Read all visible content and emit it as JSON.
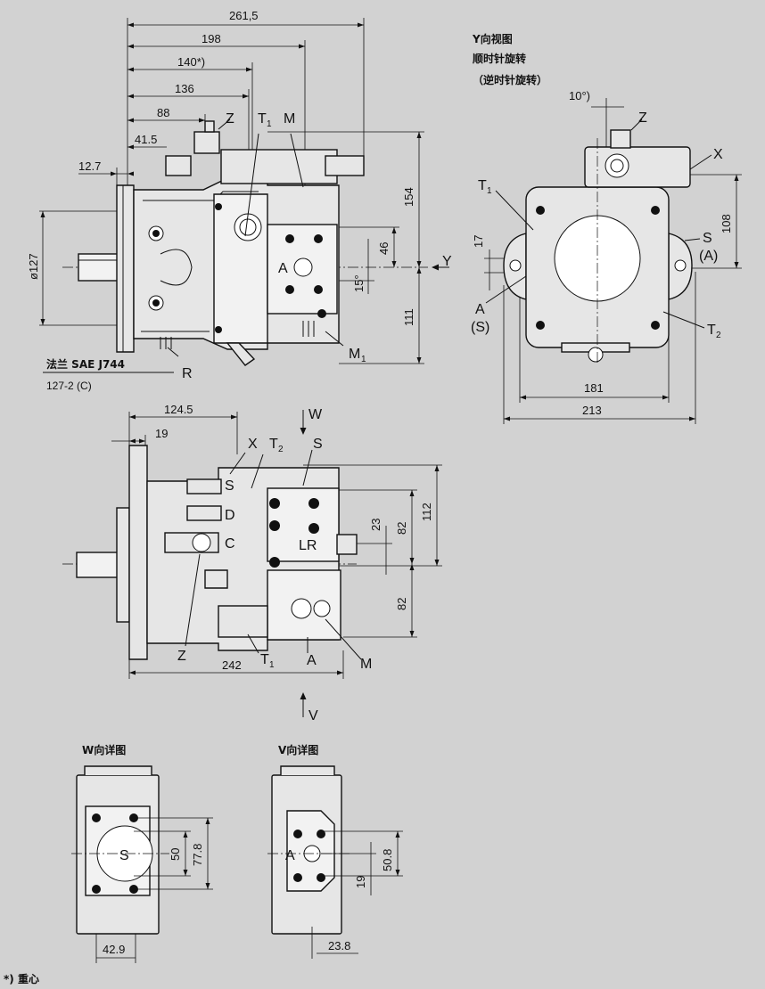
{
  "front_view": {
    "dims": {
      "d261_5": "261,5",
      "d198": "198",
      "d140": "140*)",
      "d136": "136",
      "d88": "88",
      "d41_5": "41.5",
      "d12_7": "12.7",
      "d127": "ø127",
      "d154": "154",
      "d111": "111",
      "d46": "46",
      "d15": "15°"
    },
    "labels": {
      "Z": "Z",
      "T1": "T",
      "T1_sub": "1",
      "M": "M",
      "A": "A",
      "Y": "Y",
      "R": "R",
      "M1": "M",
      "M1_sub": "1"
    },
    "flange_label": "法兰  SAE J744",
    "flange_spec": "127-2 (C)"
  },
  "y_view": {
    "title": "Y向视图",
    "line2": "顺时针旋转",
    "line3": "（逆时针旋转）",
    "dims": {
      "d10": "10°)",
      "d17": "17",
      "d108": "108",
      "d181": "181",
      "d213": "213"
    },
    "labels": {
      "Z": "Z",
      "X": "X",
      "T1": "T",
      "T1_sub": "1",
      "S": "S",
      "S_alt": "(A)",
      "A": "A",
      "A_alt": "(S)",
      "T2": "T",
      "T2_sub": "2"
    }
  },
  "top_view": {
    "dims": {
      "d124_5": "124.5",
      "d19": "19",
      "d112": "112",
      "d82a": "82",
      "d23": "23",
      "d82b": "82",
      "d242": "242"
    },
    "labels": {
      "W": "W",
      "X": "X",
      "T2": "T",
      "T2_sub": "2",
      "S": "S",
      "S_port": "S",
      "D": "D",
      "C": "C",
      "LR": "LR",
      "Z": "Z",
      "T1": "T",
      "T1_sub": "1",
      "A": "A",
      "M": "M",
      "V": "V"
    }
  },
  "w_detail": {
    "title": "W向详图",
    "label_S": "S",
    "dims": {
      "d50": "50",
      "d77_8": "77.8",
      "d42_9": "42.9"
    }
  },
  "v_detail": {
    "title": "V向详图",
    "label_A": "A",
    "dims": {
      "d50_8": "50.8",
      "d19": "19",
      "d23_8": "23.8"
    }
  },
  "footnote": "*) 重心"
}
